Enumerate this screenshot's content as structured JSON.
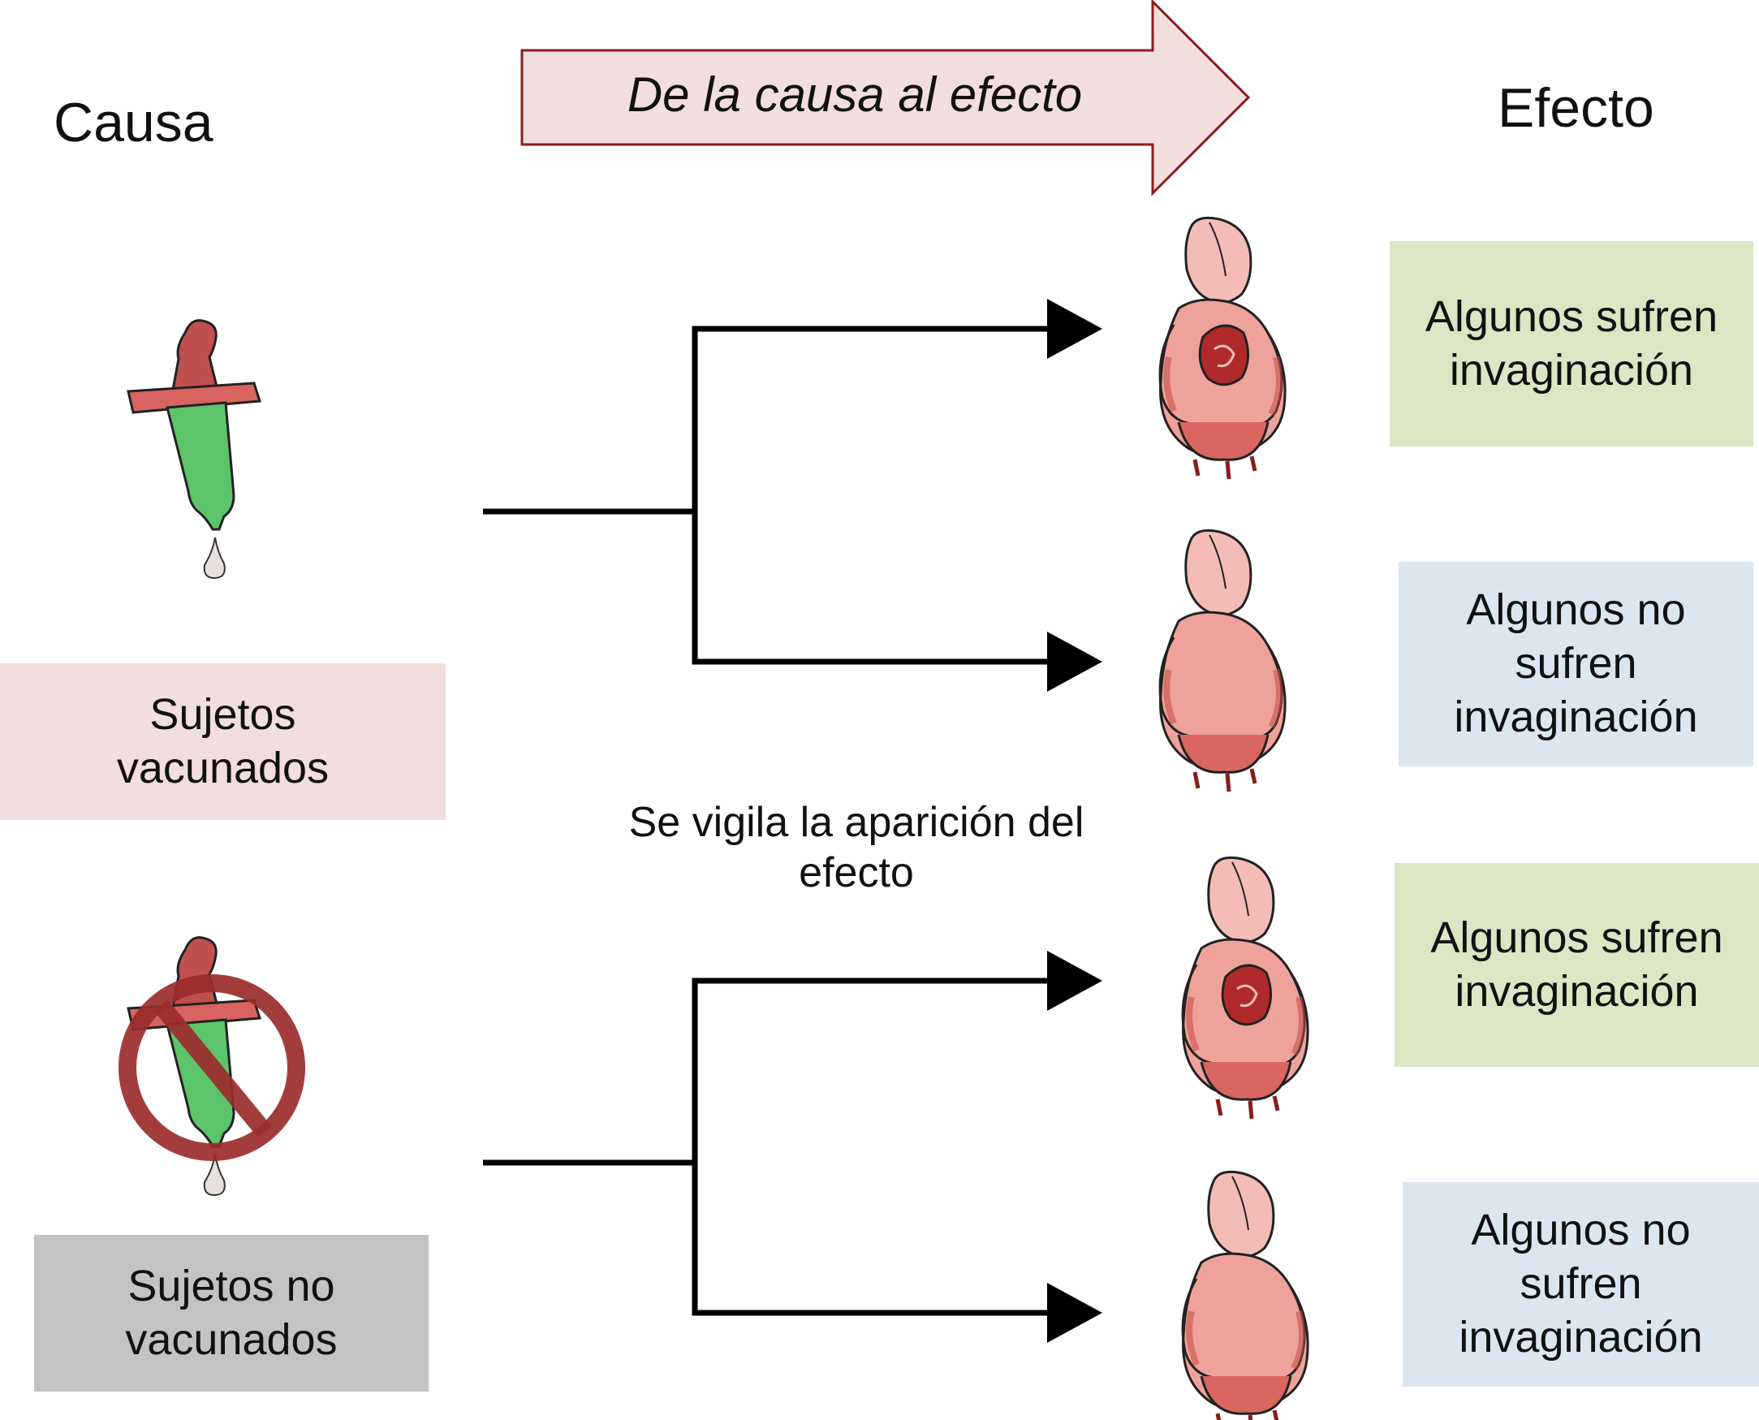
{
  "header": {
    "cause_label": "Causa",
    "effect_label": "Efecto",
    "direction_label": "De la causa al efecto"
  },
  "groups": [
    {
      "label": "Sujetos\nvacunados",
      "color": "#f2dede",
      "outcomes": [
        {
          "label": "Algunos sufren\ninvaginación",
          "color": "#dce6c4"
        },
        {
          "label": "Algunos no\nsufren\ninvaginación",
          "color": "#dce6f1"
        }
      ]
    },
    {
      "label": "Sujetos no\nvacunados",
      "color": "#c3c3c3",
      "outcomes": [
        {
          "label": "Algunos sufren\ninvaginación",
          "color": "#dce6c4"
        },
        {
          "label": "Algunos no\nsufren\ninvaginación",
          "color": "#dce6f1"
        }
      ]
    }
  ],
  "monitoring_note": "Se vigila la aparición del\nefecto",
  "colors": {
    "arrow_fill": "#f2dede",
    "arrow_stroke": "#8b1c1c",
    "dropper_bulb": "#c0504d",
    "dropper_tube": "#5cc46a",
    "prohibition": "#9b2d2d",
    "baby_skin": "#f1b3ad",
    "baby_shade": "#c9504a"
  },
  "icons": [
    "dropper-icon",
    "no-dropper-icon",
    "baby-icon"
  ]
}
